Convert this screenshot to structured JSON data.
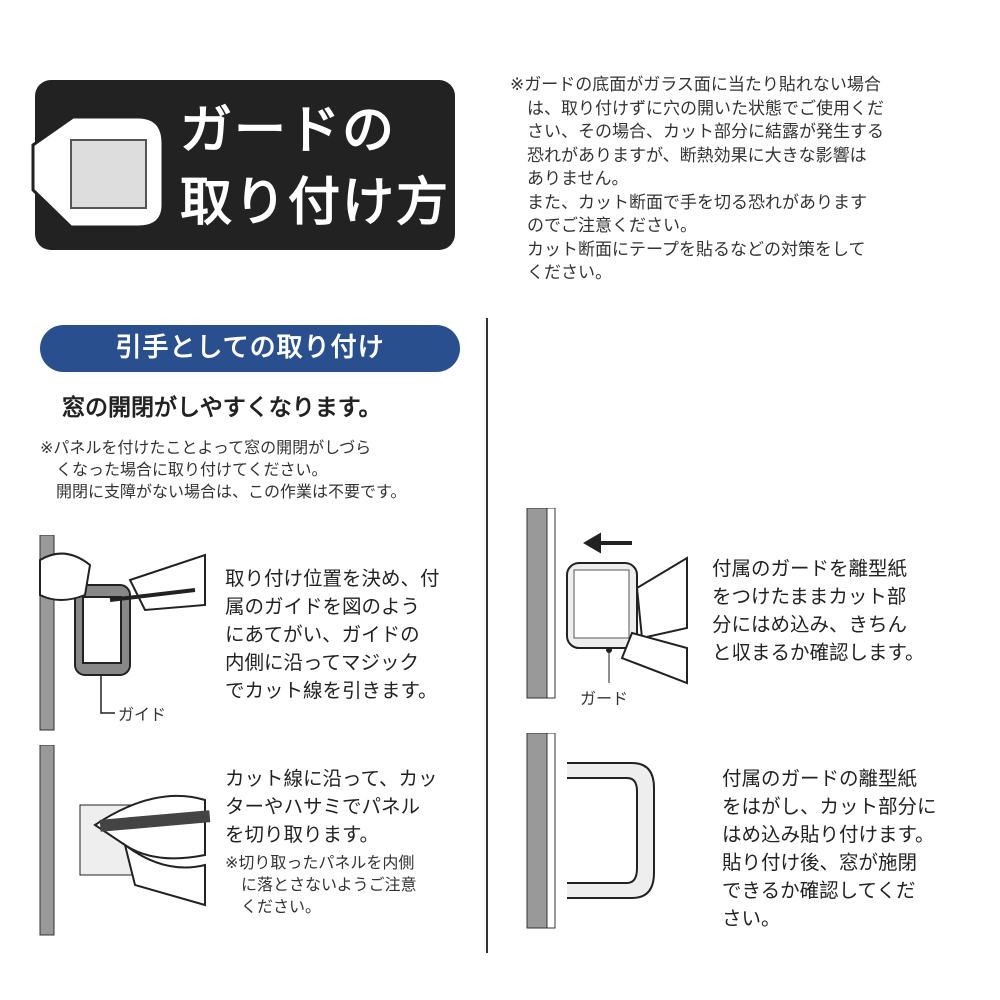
{
  "title": {
    "line1": "ガードの",
    "line2": "取り付け方"
  },
  "top_note": "※ガードの底面がガラス面に当たり貼れない場合\n　は、取り付けずに穴の開いた状態でご使用くだ\n　さい、その場合、カット部分に結露が発生する\n　恐れがありますが、断熱効果に大きな影響は\n　ありません。\n　また、カット断面で手を切る恐れがあります\n　のでご注意ください。\n　カット断面にテープを貼るなどの対策をして\n　ください。",
  "section": {
    "header": "引手としての取り付け",
    "subtitle": "窓の開閉がしやすくなります。",
    "note": "※パネルを付けたことよって窓の開閉がしづら\n　くなった場合に取り付けてください。\n　開閉に支障がない場合は、この作業は不要です。"
  },
  "steps": [
    {
      "text": "取り付け位置を決め、付\n属のガイドを図のよう\nにあてがい、ガイドの\n内側に沿ってマジック\nでカット線を引きます。",
      "label": "ガイド"
    },
    {
      "text": "カット線に沿って、カッ\nターやハサミでパネル\nを切り取ります。",
      "note": "※切り取ったパネルを内側\n　に落とさないようご注意\n　ください。"
    },
    {
      "text": "付属のガードを離型紙\nをつけたままカット部\n分にはめ込み、きちん\nと収まるか確認します。",
      "label": "ガード"
    },
    {
      "text": "付属のガードの離型紙\nをはがし、カット部分に\nはめ込み貼り付けます。\n貼り付け後、窓が施閉\nできるか確認してくだ\nさい。"
    }
  ]
}
